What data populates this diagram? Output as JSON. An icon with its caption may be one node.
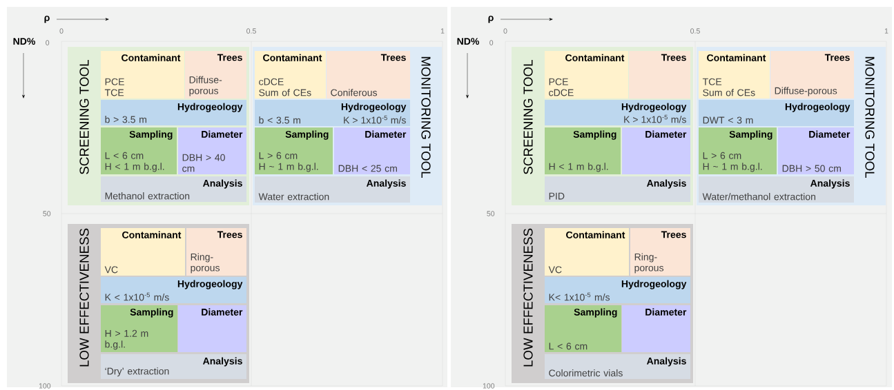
{
  "diagram": {
    "nodes": [
      {
        "text": [
          "SCREENING TOOL"
        ]
      },
      {
        "text": [
          "Contaminant",
          "PCE",
          "TCE"
        ],
        "in": 0
      },
      {
        "text": [
          "Trees",
          "Diffuse-porous"
        ],
        "in": 0
      },
      {
        "text": [
          "Hydrogeology",
          "b > 3.5 m"
        ],
        "in": 0
      },
      {
        "text": [
          "Sampling",
          "L < 6 cm",
          "H < 1 m b.g.l."
        ],
        "in": 0
      },
      {
        "text": [
          "Diameter",
          "DBH > 40 cm"
        ],
        "in": 0
      },
      {
        "text": [
          "Analysis",
          "Methanol extraction"
        ],
        "in": 0
      },
      {
        "text": [
          "MONITORING TOOL"
        ]
      },
      {
        "text": [
          "Contaminant",
          "cDCE",
          "Sum of CEs"
        ],
        "in": 7
      },
      {
        "text": [
          "Trees",
          "Coniferous"
        ],
        "in": 7
      },
      {
        "text": [
          "Hydrogeology",
          "b < 3.5 m",
          "K > 1x10$^{-5}$ m/s"
        ],
        "in": 7
      },
      {
        "text": [
          "Sampling",
          "L > 6 cm",
          "H ~ 1 m b.g.l."
        ],
        "in": 7
      },
      {
        "text": [
          "Diameter",
          "DBH < 25 cm"
        ],
        "in": 7
      },
      {
        "text": [
          "Analysis",
          "Water extraction"
        ],
        "in": 7
      },
      {
        "text": [
          "LOW EFFECTIVENESS"
        ]
      },
      {
        "text": [
          "Contaminant",
          "VC"
        ],
        "in": 14
      },
      {
        "text": [
          "Trees",
          "Ring-porous"
        ],
        "in": 14
      },
      {
        "text": [
          "Hydrogeology",
          "K < 1x10$^{-5}$ m/s"
        ],
        "in": 14
      },
      {
        "text": [
          "Sampling",
          "H > 1.2 m b.g.l."
        ],
        "in": 14
      },
      {
        "text": [
          "Diameter"
        ],
        "in": 14
      },
      {
        "text": [
          "Analysis",
          "‘Dry’ extraction"
        ],
        "in": 14
      },
      {
        "text": [
          "SCREENING TOOL"
        ]
      },
      {
        "text": [
          "Contaminant",
          "PCE",
          "cDCE"
        ],
        "in": 21
      },
      {
        "text": [
          "Trees"
        ],
        "in": 21
      },
      {
        "text": [
          "Hydrogeology",
          "K > 1x10$^{-5}$ m/s"
        ],
        "in": 21
      },
      {
        "text": [
          "Sampling",
          "H < 1 m b.g.l."
        ],
        "in": 21
      },
      {
        "text": [
          "Diameter"
        ],
        "in": 21
      },
      {
        "text": [
          "Analysis",
          "PID"
        ],
        "in": 21
      },
      {
        "text": [
          "MONITORING TOOL"
        ]
      },
      {
        "text": [
          "Contaminant",
          "TCE",
          "Sum of CEs"
        ],
        "in": 28
      },
      {
        "text": [
          "Trees",
          "Diffuse-porous"
        ],
        "in": 28
      },
      {
        "text": [
          "Hydrogeology",
          "DWT < 3 m"
        ],
        "in": 28
      },
      {
        "text": [
          "Sampling",
          "L > 6 cm",
          "H ~ 1 m b.g.l."
        ],
        "in": 28
      },
      {
        "text": [
          "Diameter",
          "DBH > 50 cm"
        ],
        "in": 28
      },
      {
        "text": [
          "Analysis",
          "Water/methanol extraction"
        ],
        "in": 28
      },
      {
        "text": [
          "LOW EFFECTIVENESS"
        ]
      },
      {
        "text": [
          "Contaminant",
          "VC"
        ],
        "in": 35
      },
      {
        "text": [
          "Trees",
          "Ring-porous"
        ],
        "in": 35
      },
      {
        "text": [
          "Hydrogeology",
          "K< 1x10$^{-5}$ m/s"
        ],
        "in": 35
      },
      {
        "text": [
          "Sampling",
          "L < 6 cm"
        ],
        "in": 35
      },
      {
        "text": [
          "Diameter"
        ],
        "in": 35
      },
      {
        "text": [
          "Analysis",
          "Colorimetric vials"
        ],
        "in": 35
      }
    ],
    "labels": [
      "ρ",
      "0",
      "0.5",
      "1",
      "ND%",
      "0",
      "50",
      "100",
      "ρ",
      "0",
      "0.5",
      "1",
      "ND%",
      "0",
      "50",
      "100"
    ]
  }
}
